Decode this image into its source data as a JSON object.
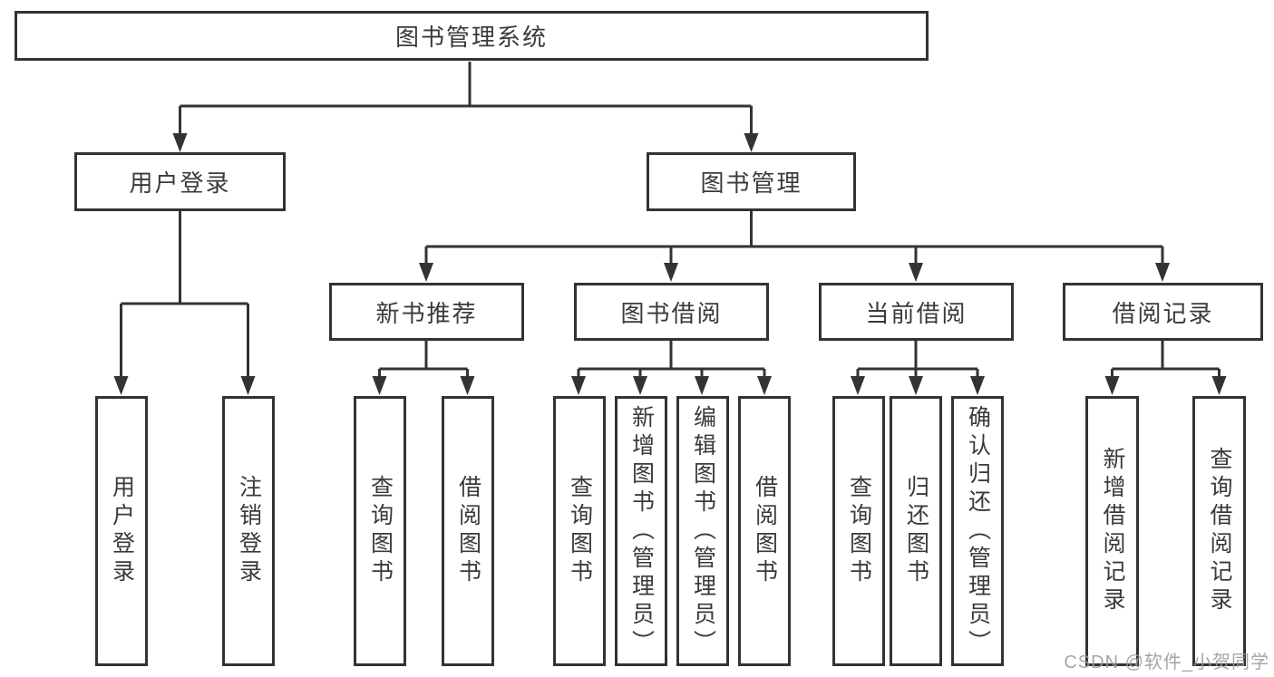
{
  "page": {
    "watermark": "CSDN @软件_小贺同学"
  },
  "colors": {
    "background": "#ffffff",
    "line": "#333333",
    "text": "#3a3a3a",
    "box_fill": "#ffffff",
    "watermark": "#9c9c9c"
  },
  "diagram": {
    "root": {
      "label": "图书管理系统"
    },
    "branches": [
      {
        "label": "用户登录",
        "leaves": [
          "用户登录",
          "注销登录"
        ]
      },
      {
        "label": "图书管理",
        "children": [
          {
            "label": "新书推荐",
            "leaves": [
              "查询图书",
              "借阅图书"
            ]
          },
          {
            "label": "图书借阅",
            "leaves": [
              "查询图书",
              "新增图书（管理员）",
              "编辑图书（管理员）",
              "借阅图书"
            ]
          },
          {
            "label": "当前借阅",
            "leaves": [
              "查询图书",
              "归还图书",
              "确认归还（管理员）"
            ]
          },
          {
            "label": "借阅记录",
            "leaves": [
              "新增借阅记录",
              "查询借阅记录"
            ]
          }
        ]
      }
    ]
  }
}
